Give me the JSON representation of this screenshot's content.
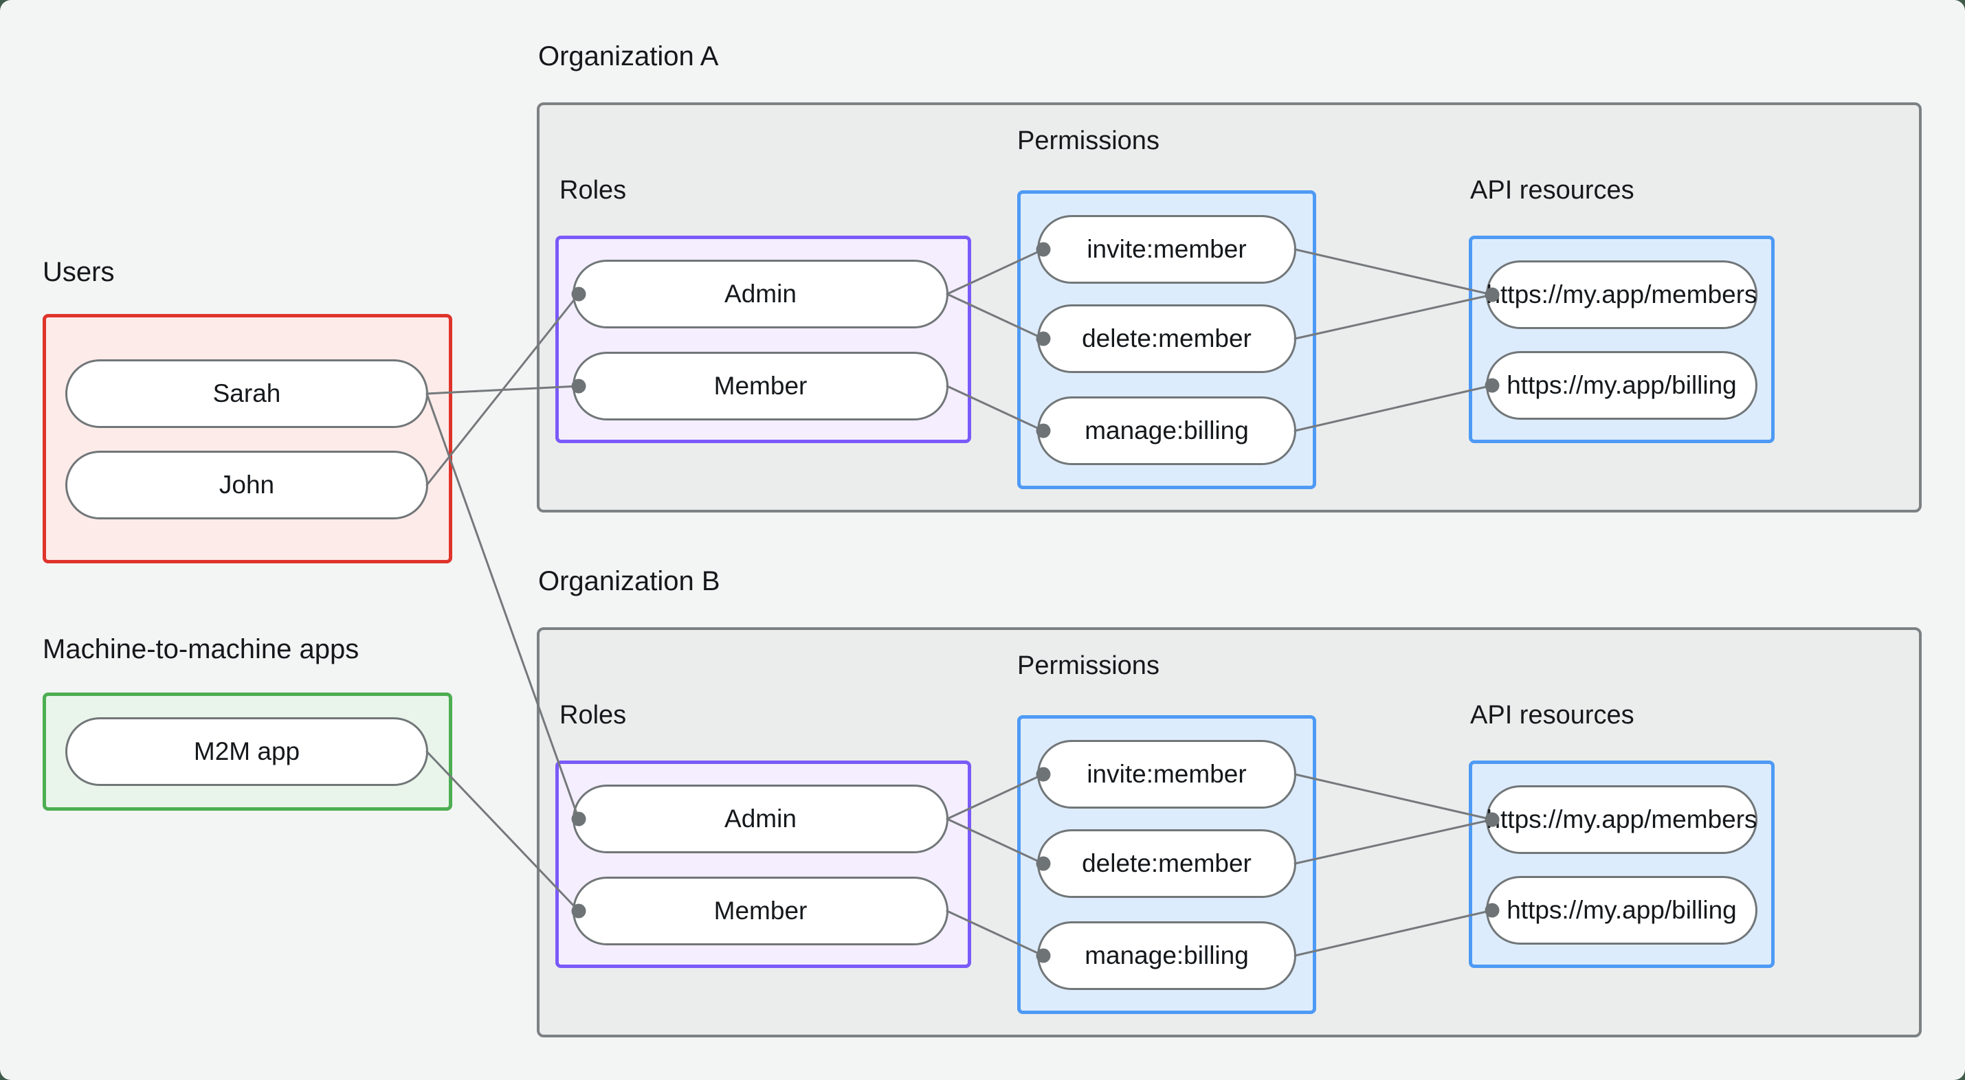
{
  "colors": {
    "page_background": "#f3f5f4",
    "corner_background": "#3f5c4a",
    "users_border": "#df342b",
    "users_fill": "#fcebe9",
    "m2m_border": "#4cae51",
    "m2m_fill": "#e9f5ea",
    "roles_border": "#7a5af8",
    "roles_fill": "#f4eefe",
    "blue_border": "#4e9af5",
    "blue_fill": "#ddecfc",
    "org_border": "#7c8184",
    "org_fill": "#ebedec",
    "pill_border": "#717678",
    "pill_fill": "#ffffff",
    "connector": "#75797c",
    "connector_dot": "#6e7376",
    "text": "#15181b"
  },
  "users_section": {
    "label": "Users",
    "items": [
      {
        "id": "sarah",
        "label": "Sarah"
      },
      {
        "id": "john",
        "label": "John"
      }
    ]
  },
  "m2m_section": {
    "label": "Machine-to-machine apps",
    "items": [
      {
        "id": "m2m",
        "label": "M2M app"
      }
    ]
  },
  "organizations": [
    {
      "id": "orgA",
      "title": "Organization A",
      "roles": {
        "label": "Roles",
        "items": [
          {
            "id": "orgA-admin",
            "label": "Admin"
          },
          {
            "id": "orgA-member",
            "label": "Member"
          }
        ]
      },
      "permissions": {
        "label": "Permissions",
        "items": [
          {
            "id": "orgA-invite",
            "label": "invite:member"
          },
          {
            "id": "orgA-delete",
            "label": "delete:member"
          },
          {
            "id": "orgA-manage",
            "label": "manage:billing"
          }
        ]
      },
      "api_resources": {
        "label": "API resources",
        "items": [
          {
            "id": "orgA-members",
            "label": "https://my.app/members"
          },
          {
            "id": "orgA-billing",
            "label": "https://my.app/billing"
          }
        ]
      }
    },
    {
      "id": "orgB",
      "title": "Organization B",
      "roles": {
        "label": "Roles",
        "items": [
          {
            "id": "orgB-admin",
            "label": "Admin"
          },
          {
            "id": "orgB-member",
            "label": "Member"
          }
        ]
      },
      "permissions": {
        "label": "Permissions",
        "items": [
          {
            "id": "orgB-invite",
            "label": "invite:member"
          },
          {
            "id": "orgB-delete",
            "label": "delete:member"
          },
          {
            "id": "orgB-manage",
            "label": "manage:billing"
          }
        ]
      },
      "api_resources": {
        "label": "API resources",
        "items": [
          {
            "id": "orgB-members",
            "label": "https://my.app/members"
          },
          {
            "id": "orgB-billing",
            "label": "https://my.app/billing"
          }
        ]
      }
    }
  ],
  "edges": [
    {
      "from": "sarah",
      "to": "orgA-member"
    },
    {
      "from": "sarah",
      "to": "orgB-admin"
    },
    {
      "from": "john",
      "to": "orgA-admin"
    },
    {
      "from": "m2m",
      "to": "orgB-member"
    },
    {
      "from": "orgA-admin",
      "to": "orgA-invite"
    },
    {
      "from": "orgA-admin",
      "to": "orgA-delete"
    },
    {
      "from": "orgA-member",
      "to": "orgA-manage"
    },
    {
      "from": "orgA-invite",
      "to": "orgA-members"
    },
    {
      "from": "orgA-delete",
      "to": "orgA-members"
    },
    {
      "from": "orgA-manage",
      "to": "orgA-billing"
    },
    {
      "from": "orgB-admin",
      "to": "orgB-invite"
    },
    {
      "from": "orgB-admin",
      "to": "orgB-delete"
    },
    {
      "from": "orgB-member",
      "to": "orgB-manage"
    },
    {
      "from": "orgB-invite",
      "to": "orgB-members"
    },
    {
      "from": "orgB-delete",
      "to": "orgB-members"
    },
    {
      "from": "orgB-manage",
      "to": "orgB-billing"
    }
  ]
}
